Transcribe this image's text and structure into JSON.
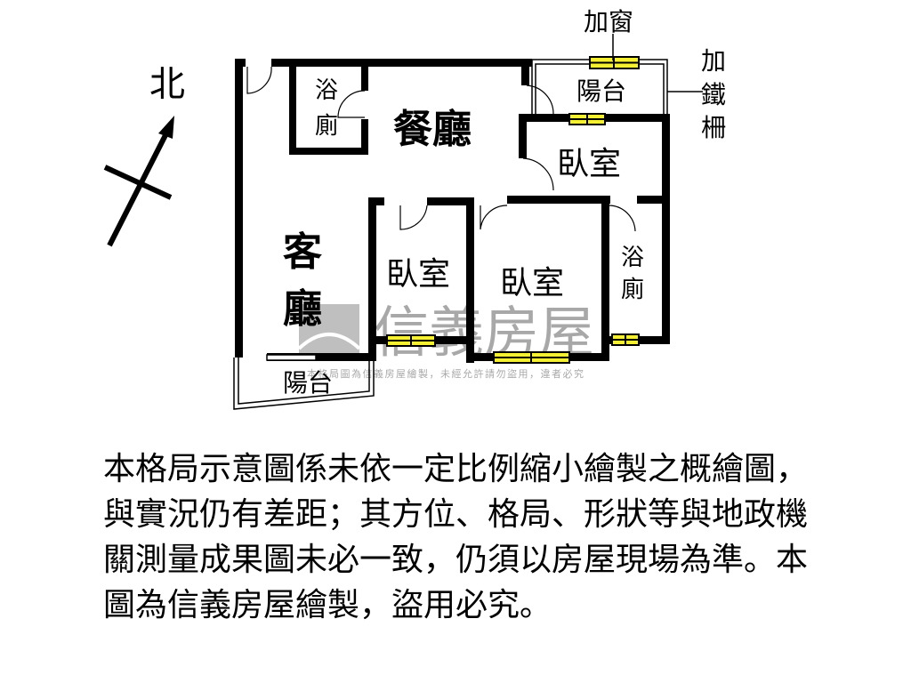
{
  "compass": {
    "label": "北"
  },
  "rooms": {
    "bath_1": [
      "浴",
      "廁"
    ],
    "dining": "餐廳",
    "balcony_top": "陽台",
    "bedroom_ne": "臥室",
    "living": [
      "客",
      "廳"
    ],
    "bedroom_mid": "臥室",
    "bedroom_south": "臥室",
    "bath_2": [
      "浴",
      "廁"
    ],
    "balcony_bottom": "陽台"
  },
  "annotations": {
    "add_window": "加窗",
    "add_iron_grille": [
      "加",
      "鐵",
      "柵"
    ]
  },
  "watermark": {
    "brand": "信義房屋",
    "notice": "本格局圖為信義房屋繪製，未經允許請勿盜用，違者必究"
  },
  "disclaimer": "本格局示意圖係未依一定比例縮小繪製之概繪圖，與實況仍有差距；其方位、格局、形狀等與地政機關測量成果圖未必一致，仍須以房屋現場為準。本圖為信義房屋繪製，盜用必究。",
  "colors": {
    "window": "#f5f032",
    "wall": "#000000",
    "watermark": "#9a9a9a"
  }
}
